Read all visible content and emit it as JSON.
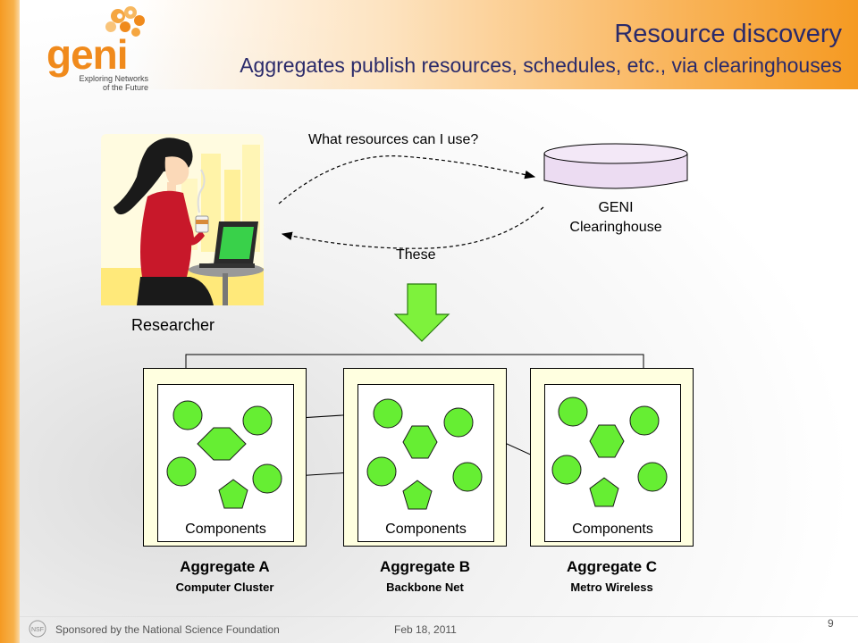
{
  "header": {
    "title": "Resource discovery",
    "subtitle": "Aggregates publish resources, schedules, etc., via clearinghouses"
  },
  "logo": {
    "word": "geni",
    "tagline_1": "Exploring Networks",
    "tagline_2": "of the Future"
  },
  "diagram": {
    "question": "What resources can I use?",
    "answer": "These",
    "clearinghouse_line1": "GENI",
    "clearinghouse_line2": "Clearinghouse",
    "researcher": "Researcher",
    "aggregates": [
      {
        "name": "Aggregate A",
        "sub": "Computer Cluster",
        "components": "Components"
      },
      {
        "name": "Aggregate B",
        "sub": "Backbone Net",
        "components": "Components"
      },
      {
        "name": "Aggregate C",
        "sub": "Metro Wireless",
        "components": "Components"
      }
    ]
  },
  "footer": {
    "sponsor": "Sponsored by the National Science Foundation",
    "date": "Feb 18, 2011",
    "page": "9"
  },
  "colors": {
    "accent_orange": "#f59a22",
    "title_navy": "#2a2a6a",
    "node_green": "#66ee33",
    "box_fill": "#ffffe0"
  }
}
